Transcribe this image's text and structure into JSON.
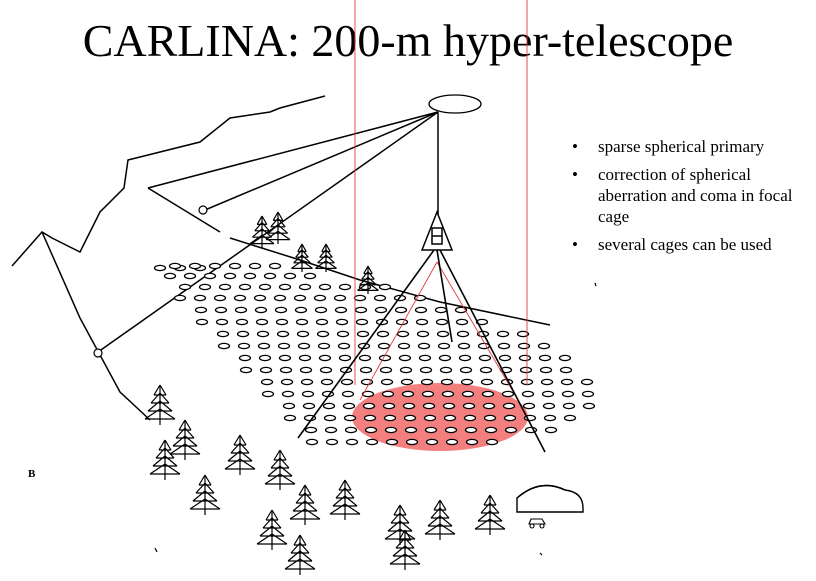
{
  "title": "CARLINA:  200-m hyper-telescope",
  "bullets": [
    "sparse spherical primary",
    "correction of spherical aberration and coma in focal cage",
    "several cages can be used"
  ],
  "corner_label": "B",
  "colors": {
    "ink": "#000000",
    "beam": "#e23b3b",
    "pupil": "#f47f7f"
  },
  "icons": [
    "balloon-icon",
    "focal-cage-icon",
    "tree-icon",
    "hangar-icon",
    "car-icon",
    "winch-icon"
  ]
}
